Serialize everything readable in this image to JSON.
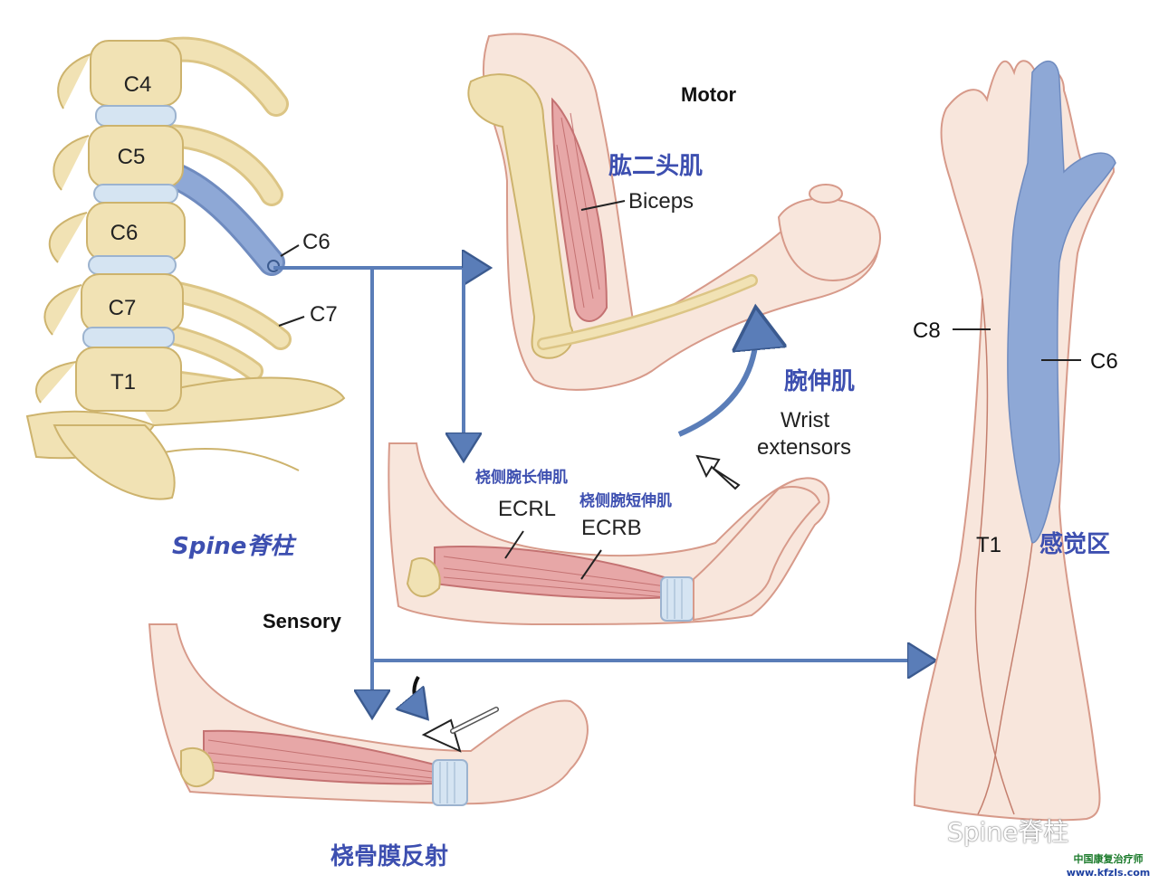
{
  "vertebrae": [
    "C4",
    "C5",
    "C6",
    "C7",
    "T1"
  ],
  "labels": {
    "root_c6": "C6",
    "root_c7": "C7",
    "motor": "Motor",
    "sensory": "Sensory",
    "biceps_zh": "肱二头肌",
    "biceps": "Biceps",
    "wrist_ext_zh": "腕伸肌",
    "wrist_line1": "Wrist",
    "wrist_line2": "extensors",
    "ecrl_zh": "桡侧腕长伸肌",
    "ecrl": "ECRL",
    "ecrb_zh": "桡侧腕短伸肌",
    "ecrb": "ECRB",
    "spine": "Spine脊柱",
    "reflex_zh": "桡骨膜反射",
    "derm_c8": "C8",
    "derm_c6": "C6",
    "derm_t1": "T1",
    "sensory_zh": "感觉区"
  },
  "watermark": "Spine脊柱",
  "badge": {
    "line1": "中国康复治疗师",
    "line2": "www.kfzls.com"
  },
  "colors": {
    "bone": "#f1e2b4",
    "bone_shade": "#dcc585",
    "disc": "#d5e4f2",
    "nerve": "#8ea8d6",
    "arrow": "#5a7db8",
    "skin": "#f8e6dc",
    "muscle": "#e7a7a7",
    "zh_text": "#3d4fb0"
  }
}
